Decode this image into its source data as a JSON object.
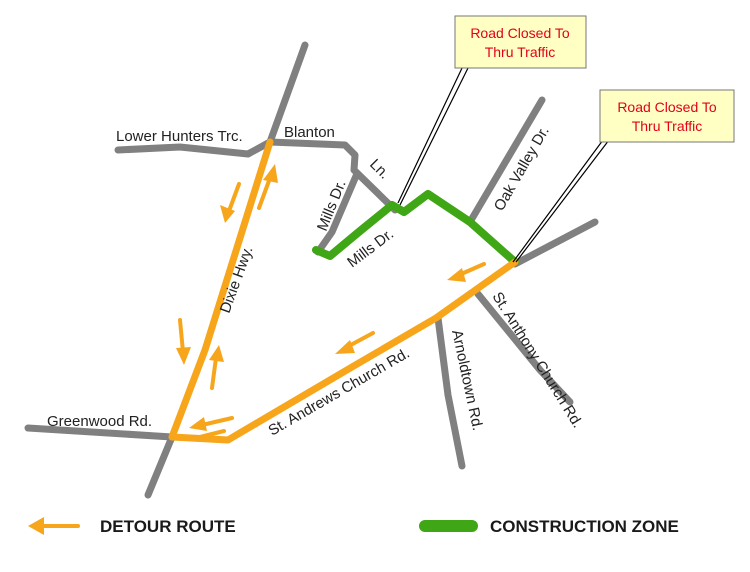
{
  "map": {
    "callouts": [
      {
        "line1": "Road Closed To",
        "line2": "Thru Traffic"
      },
      {
        "line1": "Road Closed To",
        "line2": "Thru Traffic"
      }
    ],
    "roads": {
      "lower_hunters": "Lower Hunters Trc.",
      "blanton": "Blanton",
      "mills_dr_vertical": "Mills Dr.",
      "ln": "Ln.",
      "mills_dr": "Mills Dr.",
      "oak_valley": "Oak Valley Dr.",
      "dixie": "Dixie Hwy.",
      "st_anthony": "St. Anthony Church Rd.",
      "arnoldtown": "Arnoldtown Rd.",
      "st_andrews": "St. Andrews Church Rd.",
      "greenwood": "Greenwood Rd."
    },
    "colors": {
      "road": "#808080",
      "detour": "#F7A51B",
      "construction": "#3FA615",
      "callout_fill": "#FFFFC4",
      "callout_text": "#E3001B"
    }
  },
  "legend": {
    "detour_label": "DETOUR ROUTE",
    "construction_label": "CONSTRUCTION ZONE"
  }
}
